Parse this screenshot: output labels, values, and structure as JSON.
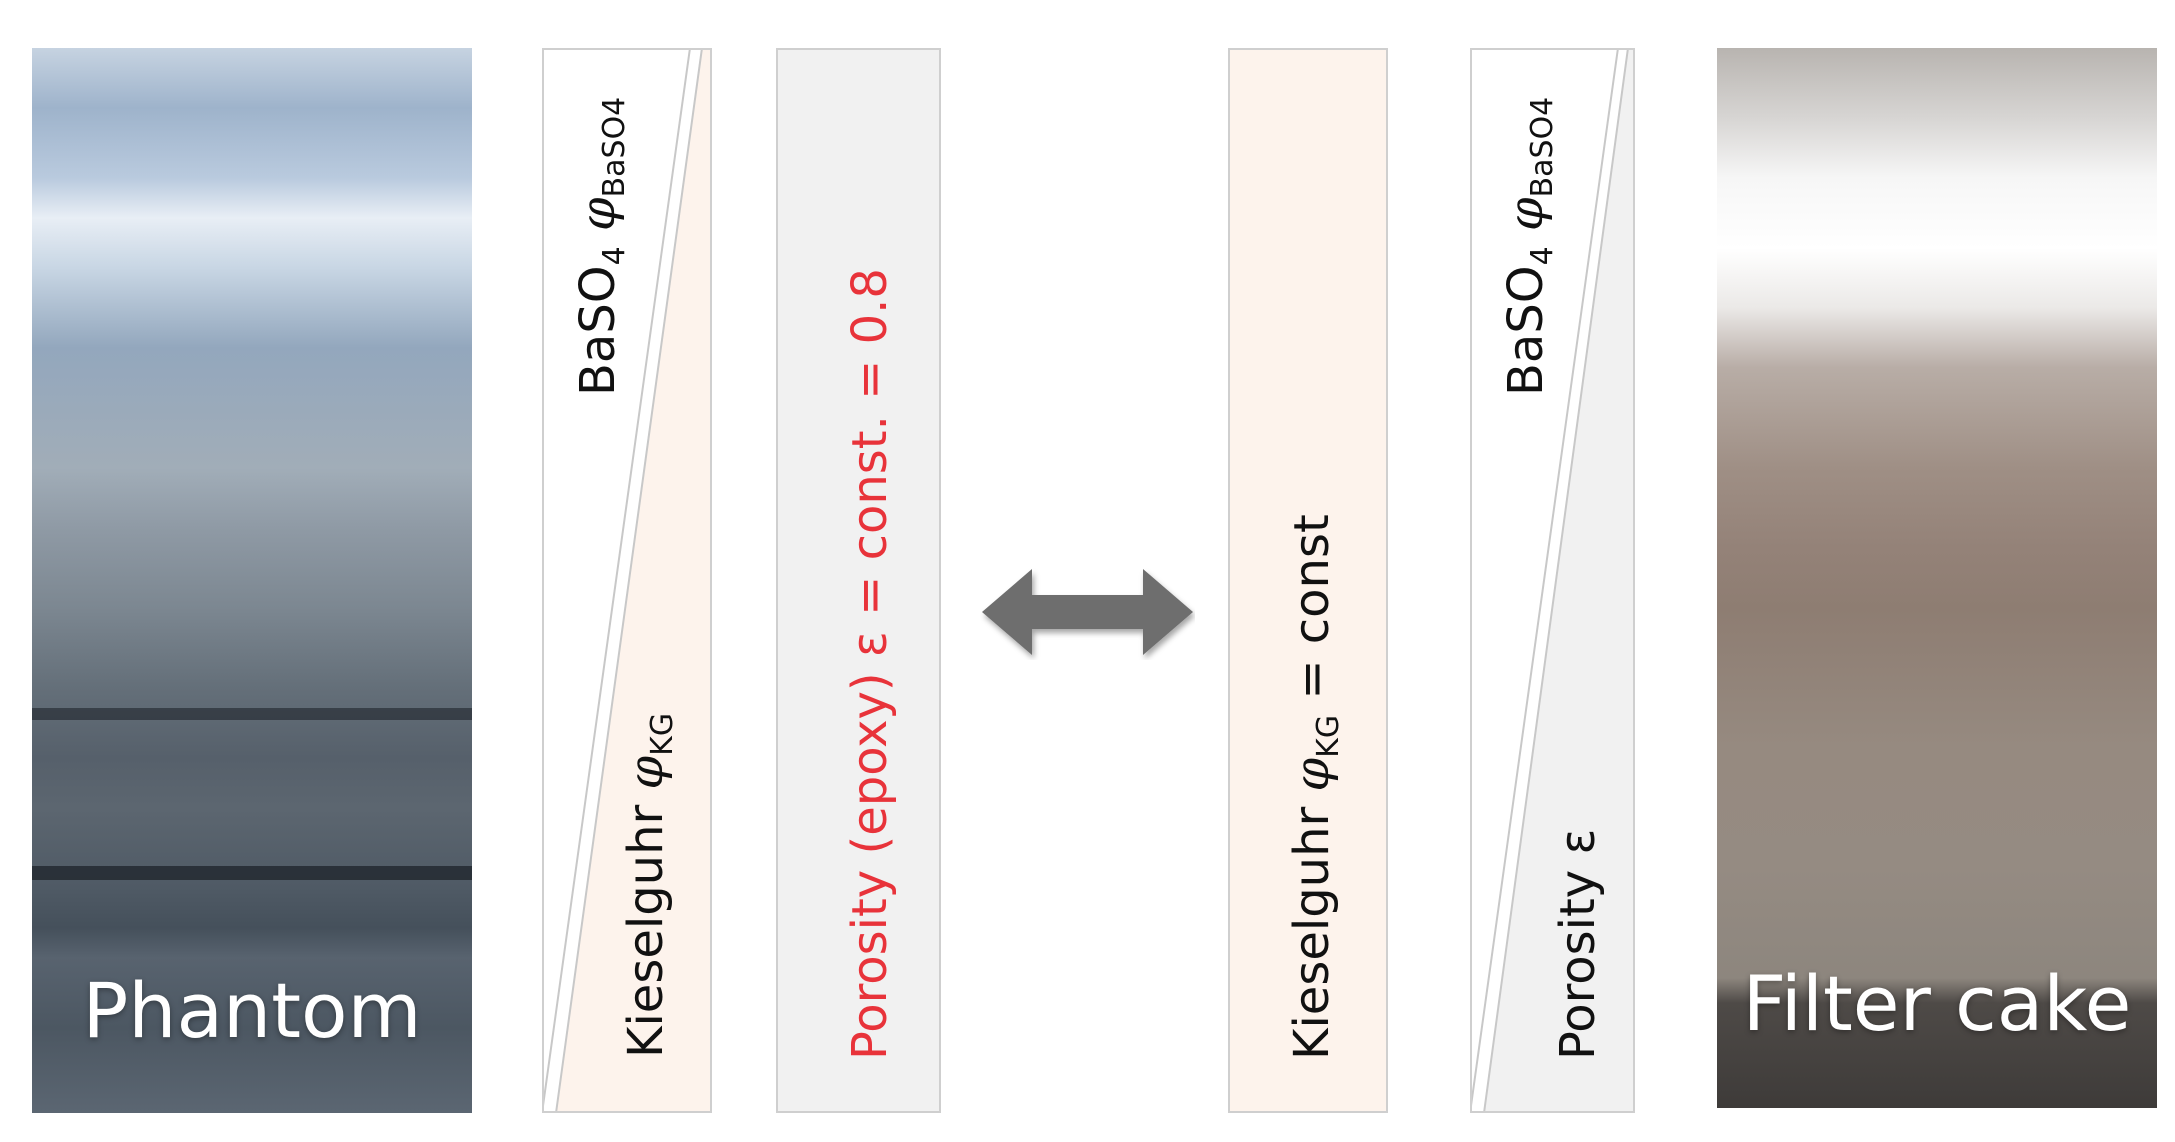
{
  "left_photo": {
    "caption": "Phantom"
  },
  "right_photo": {
    "caption": "Filter cake"
  },
  "left_wedge_panel": {
    "top_label": {
      "main": "BaSO",
      "sub": "4",
      "phi": "φ",
      "phi_sub": "BaSO4"
    },
    "bottom_label": {
      "main": "Kieselguhr",
      "phi": "φ",
      "phi_sub": "KG"
    }
  },
  "porosity_constant_panel": {
    "label": "Porosity (epoxy) ε = const. = 0.8"
  },
  "kieselguhr_constant_panel": {
    "label": {
      "main": "Kieselguhr",
      "phi": "φ",
      "phi_sub": "KG",
      "rest": " = const"
    }
  },
  "right_wedge_panel": {
    "top_label": {
      "main": "BaSO",
      "sub": "4",
      "phi": "φ",
      "phi_sub": "BaSO4"
    },
    "bottom_label": {
      "main": "Porosity ε"
    }
  },
  "colors": {
    "peach_fill": "#fdf3ec",
    "gray_fill": "#f1f1f1",
    "red_text": "#e8333a",
    "arrow": "#6e6e6e"
  },
  "icons": {
    "center_arrow": "double-headed-arrow-icon"
  }
}
